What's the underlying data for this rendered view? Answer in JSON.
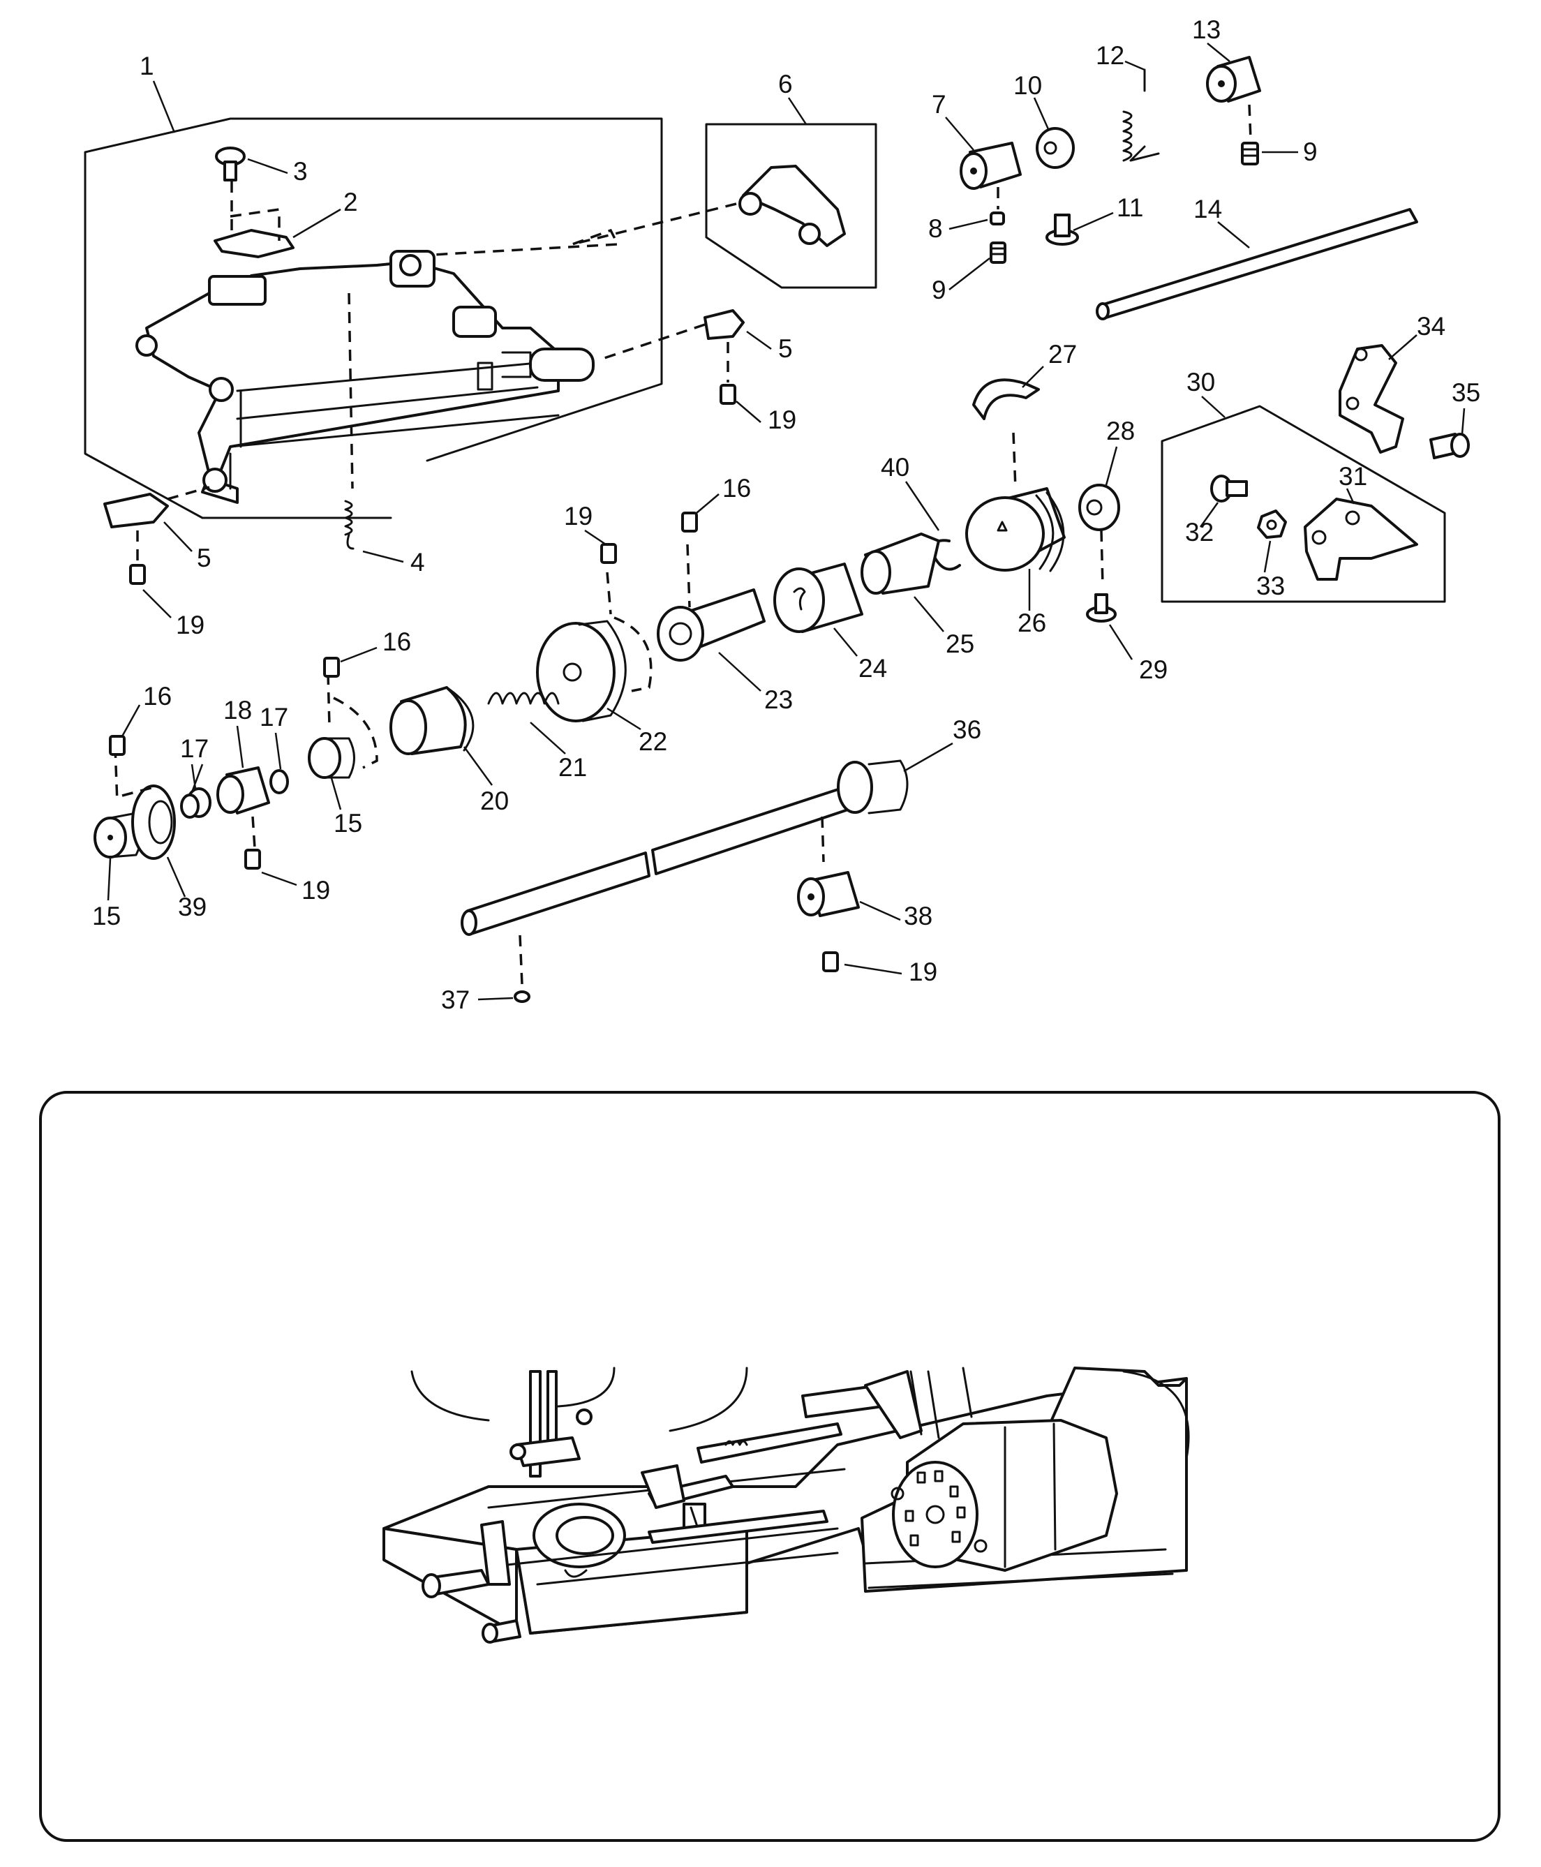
{
  "callouts": [
    "1",
    "2",
    "3",
    "4",
    "5",
    "6",
    "7",
    "8",
    "9",
    "10",
    "11",
    "12",
    "13",
    "14",
    "15",
    "16",
    "17",
    "18",
    "19",
    "20",
    "21",
    "22",
    "23",
    "24",
    "25",
    "26",
    "27",
    "28",
    "29",
    "30",
    "31",
    "32",
    "33",
    "34",
    "35",
    "36",
    "37",
    "38",
    "39",
    "40"
  ],
  "icons": {
    "exploded_view": "exploded-parts-diagram",
    "installed_view": "machine-installed-view-illustration"
  }
}
